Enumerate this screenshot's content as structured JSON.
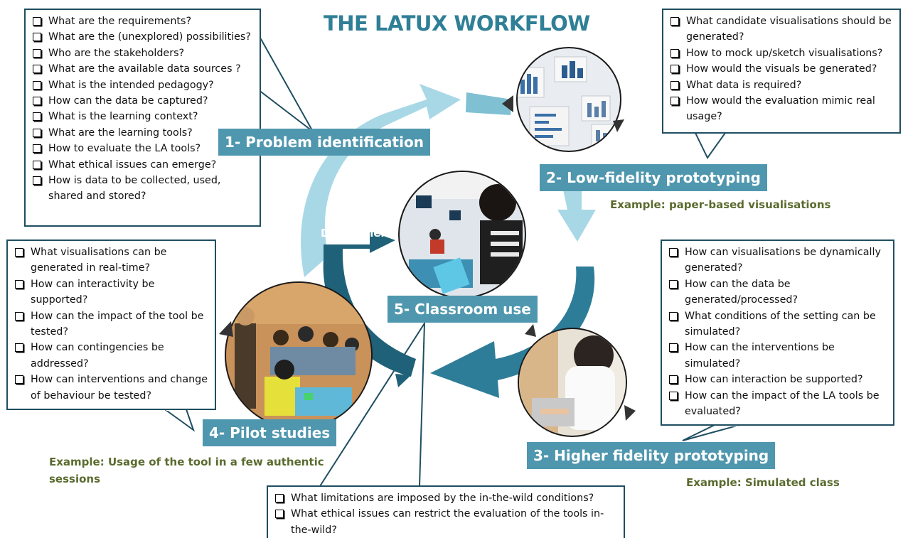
{
  "title": "THE LATUX WORKFLOW",
  "deployment_label": "Deployment",
  "colors": {
    "title": "#2f7f96",
    "label_bg": "#4f97ae",
    "box_border": "#1f4e61",
    "arrow_light": "#a8d8e6",
    "arrow_mid": "#4f97ae",
    "arrow_dark": "#1f6178",
    "example_text": "#5a6b2e"
  },
  "stages": [
    {
      "label": "1- Problem identification"
    },
    {
      "label": "2- Low-fidelity prototyping"
    },
    {
      "label": "3- Higher fidelity prototyping"
    },
    {
      "label": "4- Pilot studies"
    },
    {
      "label": "5- Classroom use"
    }
  ],
  "examples": {
    "stage2": "Example: paper-based visualisations",
    "stage3": "Example:  Simulated class",
    "stage4": "Example: Usage of the tool in a few authentic sessions"
  },
  "questions": {
    "problem_identification": [
      "What are the requirements?",
      "What are the (unexplored) possibilities?",
      "Who are the stakeholders?",
      "What are the available data sources ?",
      "What is the intended pedagogy?",
      "How can the data be captured?",
      "What is the learning context?",
      "What are the learning tools?",
      "How to evaluate the LA tools?",
      "What ethical issues can emerge?",
      "How is data to be collected, used, shared and stored?"
    ],
    "low_fidelity": [
      "What candidate visualisations should be generated?",
      "How to mock up/sketch visualisations?",
      "How would the visuals be generated?",
      "What data is required?",
      "How would the evaluation mimic real usage?"
    ],
    "higher_fidelity": [
      "How can visualisations be dynamically generated?",
      "How can the data be generated/processed?",
      "What conditions of the setting can be simulated?",
      "How can  the interventions be simulated?",
      "How can interaction be supported?",
      "How can the impact of the LA tools be evaluated?"
    ],
    "pilot_studies": [
      "What visualisations can be generated in real-time?",
      "How can interactivity be supported?",
      "How can the impact of the tool be tested?",
      "How can contingencies be addressed?",
      "How can interventions and change of behaviour be tested?"
    ],
    "classroom_use": [
      "What limitations are imposed by the in-the-wild conditions?",
      "What ethical issues can restrict the evaluation of the tools in-the-wild?"
    ]
  },
  "photos": [
    {
      "icon": "paper-chart-sketch-icon"
    },
    {
      "icon": "student-at-laptop-icon"
    },
    {
      "icon": "pilot-classroom-icon"
    },
    {
      "icon": "classroom-teacher-icon"
    }
  ]
}
